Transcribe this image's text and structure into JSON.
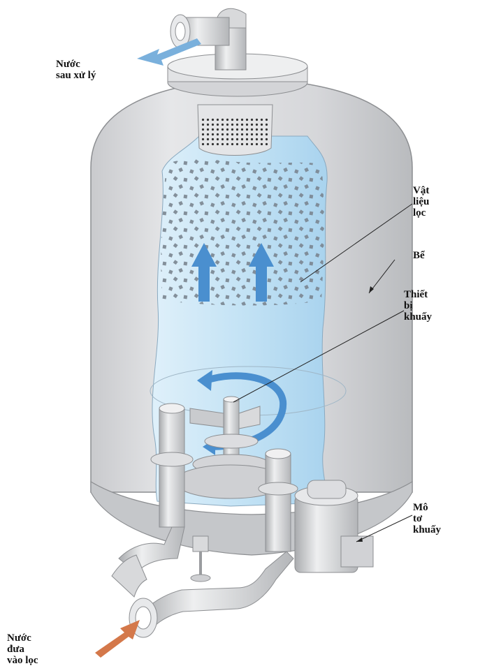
{
  "labels": {
    "outlet": {
      "line1": "Nước",
      "line2": "sau xử lý"
    },
    "media": {
      "line1a": "Vật",
      "line1b": "liệu",
      "line2": "lọc"
    },
    "tank": {
      "line1": "Bể"
    },
    "agitator": {
      "line1a": "Thiết",
      "line1b": "bị",
      "line2": "khuấy"
    },
    "motor": {
      "line1a": "Mô",
      "line1b": "tơ",
      "line2": "khuấy"
    },
    "inlet": {
      "line1a": "Nước",
      "line1b": "đưa",
      "line2": "vào lọc"
    }
  },
  "colors": {
    "tank_body": "#dfe0e3",
    "tank_shadow": "#b8babd",
    "water": "#bfe0f4",
    "flow_arrow": "#4a8fcf",
    "inlet_arrow": "#d4784a",
    "outlet_arrow": "#7ab0dc"
  }
}
